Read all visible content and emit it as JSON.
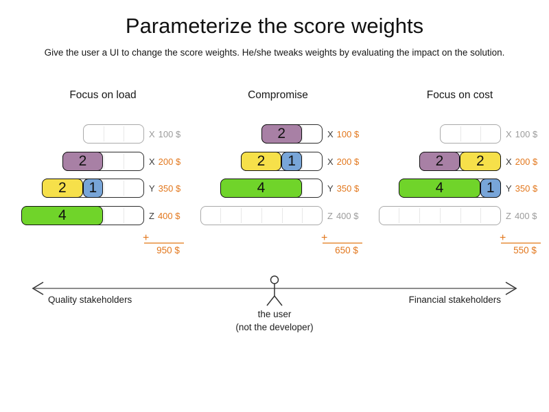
{
  "title": "Parameterize the score weights",
  "subtitle": "Give the user a UI to change the score weights. He/she tweaks weights by evaluating the impact on the solution.",
  "colors": {
    "purple": "#a880a5",
    "yellow": "#f6e04a",
    "blue": "#78a5d8",
    "green": "#70d42a",
    "orange": "#e2761b",
    "orange_light": "#eda96b",
    "inactive": "#9b9b9b",
    "active_letter": "#3c3c3c"
  },
  "columns": [
    {
      "title": "Focus on load",
      "plus": "+",
      "total": "950 $",
      "rows": [
        {
          "letter": "X",
          "price": "100 $",
          "capacity": 3,
          "active": false,
          "blocks": []
        },
        {
          "letter": "X",
          "price": "200 $",
          "capacity": 4,
          "active": true,
          "blocks": [
            {
              "value": "2",
              "color": "purple"
            }
          ]
        },
        {
          "letter": "Y",
          "price": "350 $",
          "capacity": 5,
          "active": true,
          "blocks": [
            {
              "value": "2",
              "color": "yellow"
            },
            {
              "value": "1",
              "color": "blue"
            }
          ]
        },
        {
          "letter": "Z",
          "price": "400 $",
          "capacity": 6,
          "active": true,
          "blocks": [
            {
              "value": "4",
              "color": "green"
            }
          ]
        }
      ]
    },
    {
      "title": "Compromise",
      "plus": "+",
      "total": "650 $",
      "rows": [
        {
          "letter": "X",
          "price": "100 $",
          "capacity": 3,
          "active": true,
          "blocks": [
            {
              "value": "2",
              "color": "purple"
            }
          ]
        },
        {
          "letter": "X",
          "price": "200 $",
          "capacity": 4,
          "active": true,
          "blocks": [
            {
              "value": "2",
              "color": "yellow"
            },
            {
              "value": "1",
              "color": "blue"
            }
          ]
        },
        {
          "letter": "Y",
          "price": "350 $",
          "capacity": 5,
          "active": true,
          "blocks": [
            {
              "value": "4",
              "color": "green"
            }
          ]
        },
        {
          "letter": "Z",
          "price": "400 $",
          "capacity": 6,
          "active": false,
          "blocks": []
        }
      ]
    },
    {
      "title": "Focus on cost",
      "plus": "+",
      "total": "550 $",
      "rows": [
        {
          "letter": "X",
          "price": "100 $",
          "capacity": 3,
          "active": false,
          "blocks": []
        },
        {
          "letter": "X",
          "price": "200 $",
          "capacity": 4,
          "active": true,
          "blocks": [
            {
              "value": "2",
              "color": "purple"
            },
            {
              "value": "2",
              "color": "yellow"
            }
          ]
        },
        {
          "letter": "Y",
          "price": "350 $",
          "capacity": 5,
          "active": true,
          "blocks": [
            {
              "value": "4",
              "color": "green"
            },
            {
              "value": "1",
              "color": "blue"
            }
          ]
        },
        {
          "letter": "Z",
          "price": "400 $",
          "capacity": 6,
          "active": false,
          "blocks": []
        }
      ]
    }
  ],
  "axis": {
    "left_label": "Quality stakeholders",
    "right_label": "Financial stakeholders",
    "center_label_line1": "the user",
    "center_label_line2": "(not the developer)"
  }
}
